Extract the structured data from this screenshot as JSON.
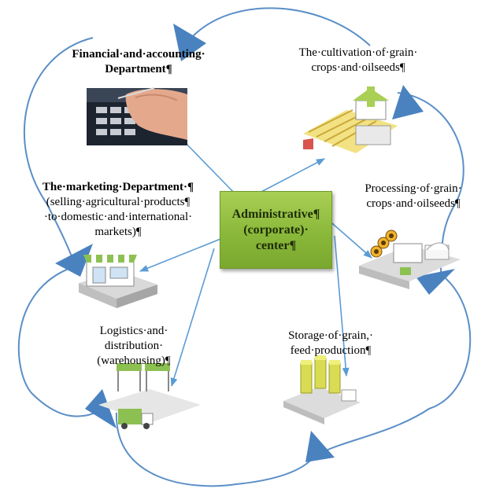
{
  "center": {
    "lines": [
      "Administrative¶",
      "(corporate)·",
      "center¶"
    ]
  },
  "departments": {
    "financial": {
      "lines": [
        "Financial·and·accounting·",
        "Department¶"
      ],
      "illustration": "calculator-photo"
    },
    "cultivation": {
      "lines": [
        "The·cultivation·of·grain·",
        "crops·and·oilseeds¶"
      ],
      "illustration": "farm-field-icon"
    },
    "marketing": {
      "title": "The·marketing·Department·¶",
      "lines": [
        "(selling·agricultural·products¶",
        "·to·domestic·and·international·",
        "markets)¶"
      ],
      "illustration": "store-icon"
    },
    "processing": {
      "lines": [
        "Processing·of·grain·",
        "crops·and·oilseeds¶"
      ],
      "illustration": "processing-plant-icon"
    },
    "logistics": {
      "lines": [
        "Logistics·and·",
        "distribution·",
        "(warehousing)¶"
      ],
      "illustration": "warehouse-truck-icon"
    },
    "storage": {
      "lines": [
        "Storage·of·grain,·",
        "feed·production¶"
      ],
      "illustration": "silo-icon"
    }
  },
  "colors": {
    "connector": "#5b9bd5",
    "cycle_arrow": "#4a82c0",
    "center_fill": "#8ab83a"
  }
}
